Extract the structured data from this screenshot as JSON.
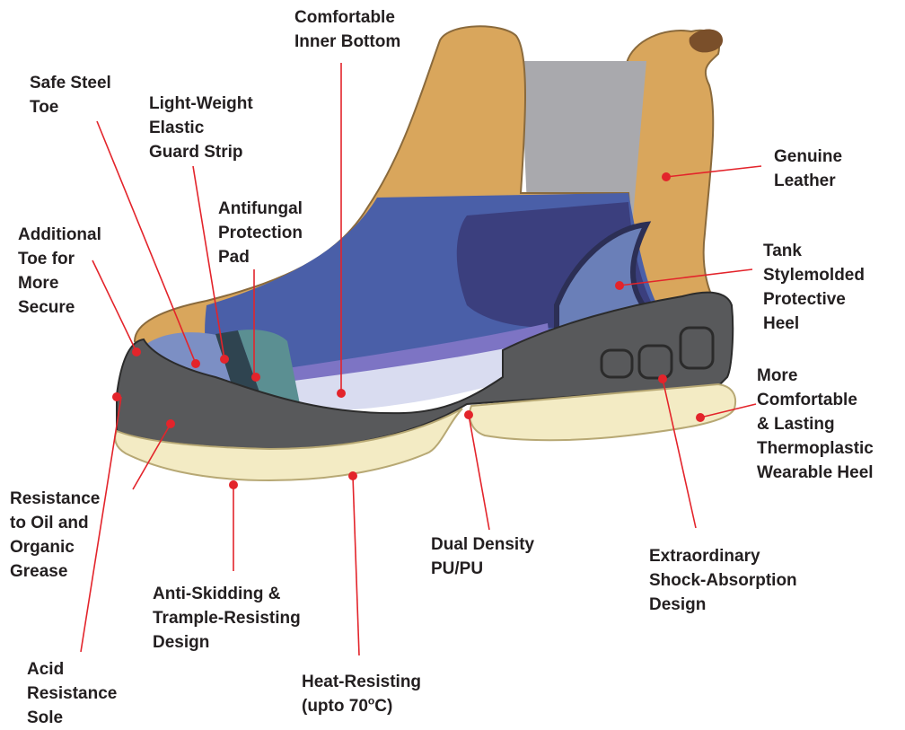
{
  "diagram": {
    "labels": {
      "inner_bottom": "Comfortable\nInner Bottom",
      "steel_toe": "Safe Steel\nToe",
      "guard_strip": "Light-Weight\nElastic\nGuard Strip",
      "antifungal": "Antifungal\nProtection\nPad",
      "additional_toe": "Additional\nToe for\nMore\nSecure",
      "leather": "Genuine\nLeather",
      "tank_heel": "Tank\nStylemolded\nProtective\nHeel",
      "thermo_heel": "More\nComfortable\n& Lasting\nThermoplastic\nWearable Heel",
      "oil_grease": "Resistance\nto Oil and\nOrganic\nGrease",
      "dual_density": "Dual Density\nPU/PU",
      "shock_absorption": "Extraordinary\nShock-Absorption\nDesign",
      "anti_skid": "Anti-Skidding &\nTrample-Resisting\nDesign",
      "acid_sole": "Acid\nResistance\nSole",
      "heat_resist_prefix": "Heat-Resisting\n(upto 70",
      "heat_resist_degree": "o",
      "heat_resist_suffix": "C)"
    },
    "colors": {
      "leather": "#d9a65c",
      "elastic_panel": "#a9a9ad",
      "lining_blue": "#4a5fa8",
      "lining_dark": "#3b3f7e",
      "lining_light": "#d9dcf0",
      "toe_cap": "#7c8fc4",
      "teal_pad": "#5b8f92",
      "rubber": "#58595b",
      "outsole": "#f3ebc4",
      "leader_line": "#e3242b"
    }
  }
}
